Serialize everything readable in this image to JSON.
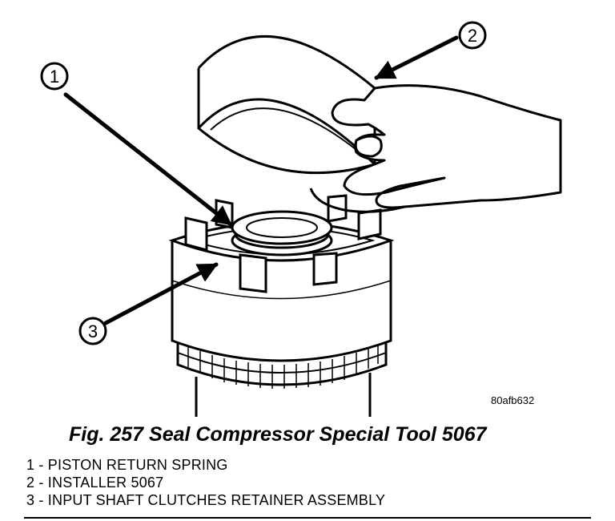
{
  "figure": {
    "image_id": "80afb632",
    "caption": "Fig. 257 Seal Compressor Special Tool 5067"
  },
  "callouts": [
    {
      "number": "1"
    },
    {
      "number": "2"
    },
    {
      "number": "3"
    }
  ],
  "legend": [
    "1 - PISTON RETURN SPRING",
    "2 - INSTALLER 5067",
    "3 - INPUT SHAFT CLUTCHES RETAINER ASSEMBLY"
  ]
}
